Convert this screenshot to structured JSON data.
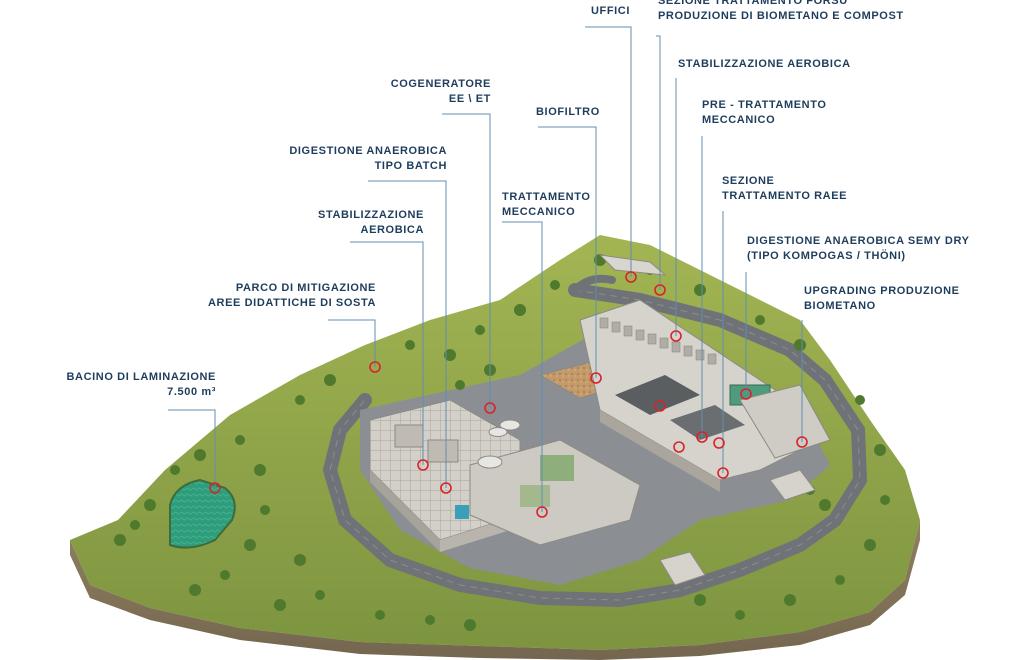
{
  "labels": {
    "uffici": {
      "lines": [
        "UFFICI"
      ]
    },
    "sezione_forsu": {
      "lines": [
        "SEZIONE TRATTAMENTO FORSU",
        "PRODUZIONE DI BIOMETANO E COMPOST"
      ]
    },
    "stabilizzazione_dx": {
      "lines": [
        "STABILIZZAZIONE AEROBICA"
      ]
    },
    "pretrattamento": {
      "lines": [
        "PRE - TRATTAMENTO",
        "MECCANICO"
      ]
    },
    "raee": {
      "lines": [
        "SEZIONE",
        "TRATTAMENTO RAEE"
      ]
    },
    "semidry": {
      "lines": [
        "DIGESTIONE ANAEROBICA SEMY DRY",
        "(TIPO KOMPOGAS / THÖNI)"
      ]
    },
    "upgrading": {
      "lines": [
        "UPGRADING PRODUZIONE",
        "BIOMETANO"
      ]
    },
    "cogeneratore": {
      "lines": [
        "COGENERATORE",
        "EE \\ ET"
      ]
    },
    "biofiltro": {
      "lines": [
        "BIOFILTRO"
      ]
    },
    "batch": {
      "lines": [
        "DIGESTIONE ANAEROBICA",
        "TIPO BATCH"
      ]
    },
    "trattamento_meccanico": {
      "lines": [
        "TRATTAMENTO",
        "MECCANICO"
      ]
    },
    "stabilizzazione_sx": {
      "lines": [
        "STABILIZZAZIONE",
        "AEROBICA"
      ]
    },
    "parco": {
      "lines": [
        "PARCO DI MITIGAZIONE",
        "AREE DIDATTICHE DI SOSTA"
      ]
    },
    "bacino": {
      "lines": [
        "BACINO DI LAMINAZIONE",
        "7.500 m³"
      ]
    }
  },
  "colors": {
    "label_text": "#1e3d5c",
    "leader_line": "#5f8fb0",
    "marker": "#d8232a",
    "grass": "#8fa54a",
    "road": "#6f7377",
    "building": "#c9c6bf",
    "water": "#2e9a78"
  }
}
